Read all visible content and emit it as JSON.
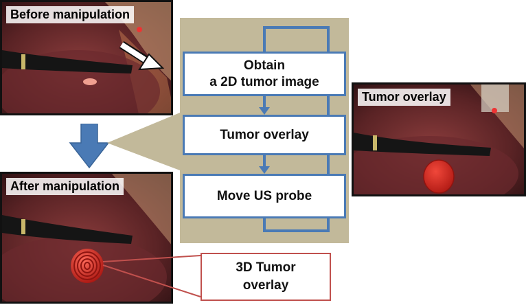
{
  "panels": {
    "before": {
      "label": "Before manipulation"
    },
    "after": {
      "label": "After manipulation"
    },
    "overlay": {
      "label": "Tumor overlay"
    }
  },
  "flow": {
    "steps": [
      {
        "label": "Obtain\na 2D tumor image"
      },
      {
        "label": "Tumor overlay"
      },
      {
        "label": "Move US probe"
      }
    ]
  },
  "callout": {
    "label": "3D Tumor\noverlay"
  },
  "colors": {
    "flow_background": "#c2b99a",
    "flow_border": "#4a7ab5",
    "arrow": "#4a7ab5",
    "callout_border": "#c0504d",
    "tumor": "#d42a22"
  }
}
